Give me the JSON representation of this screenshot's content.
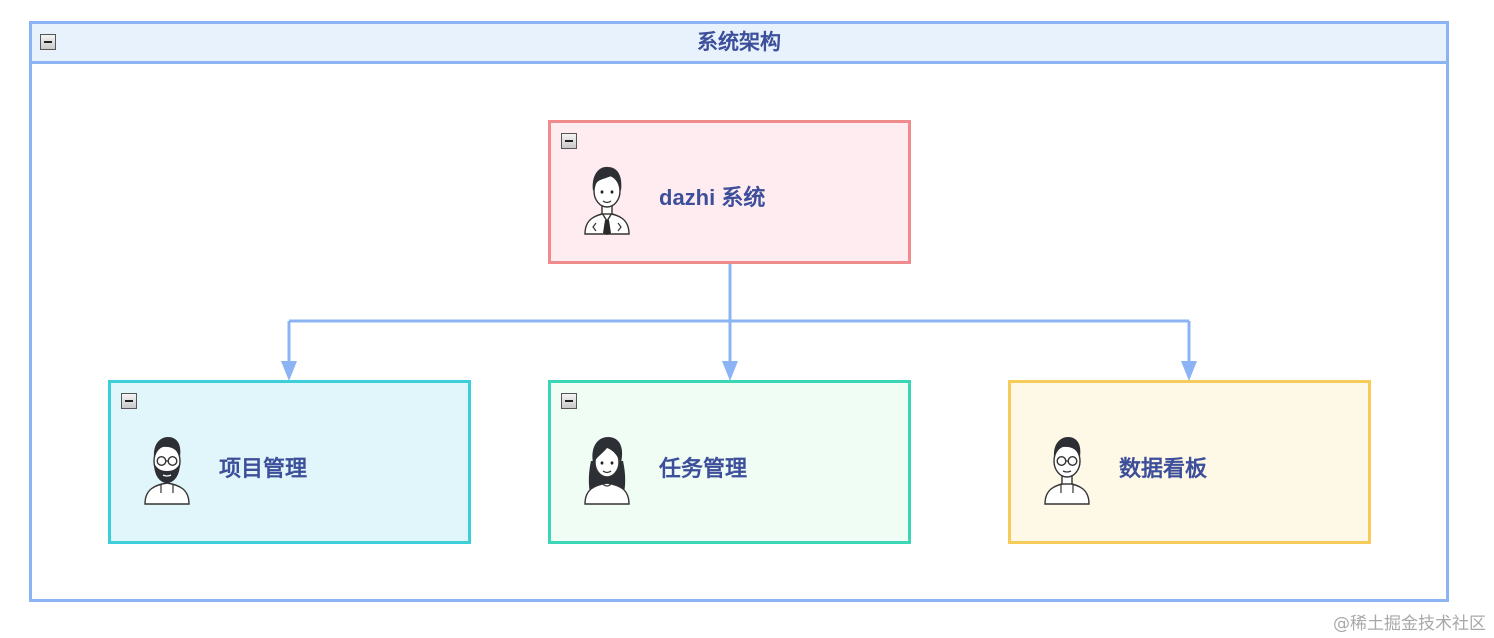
{
  "container": {
    "title": "系统架构"
  },
  "nodes": {
    "root": {
      "label": "dazhi 系统",
      "border_color": "#f08b8b",
      "fill_color": "#ffecf1",
      "avatar": "man-with-tie-avatar-icon"
    },
    "project": {
      "label": "项目管理",
      "border_color": "#3dcfd8",
      "fill_color": "#e0f6fb",
      "avatar": "bearded-man-with-glasses-avatar-icon"
    },
    "task": {
      "label": "任务管理",
      "border_color": "#3ad6b5",
      "fill_color": "#effdf5",
      "avatar": "woman-avatar-icon"
    },
    "dashboard": {
      "label": "数据看板",
      "border_color": "#f5cc5a",
      "fill_color": "#fef8e6",
      "avatar": "man-with-glasses-avatar-icon"
    }
  },
  "edge_color": "#8cb4f5",
  "watermark": "@稀土掘金技术社区"
}
